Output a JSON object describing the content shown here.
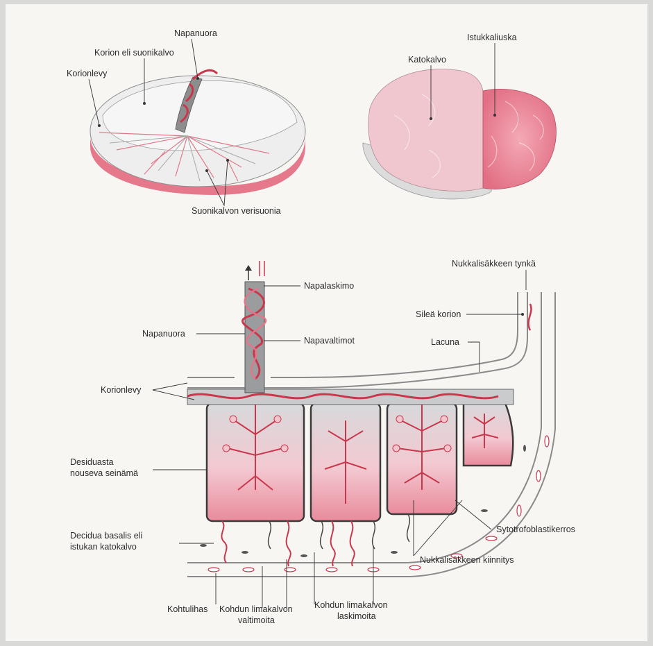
{
  "top_left": {
    "napanuora": "Napanuora",
    "korion": "Korion eli suonikalvo",
    "korionlevy": "Korionlevy",
    "verisuonia": "Suonikalvon verisuonia"
  },
  "top_right": {
    "katokalvo": "Katokalvo",
    "istukkaliuska": "Istukkaliuska"
  },
  "bottom": {
    "nukkalisakkeen_tynka": "Nukkalisäkkeen tynkä",
    "napalaskimo": "Napalaskimo",
    "silea_korion": "Sileä korion",
    "napanuora": "Napanuora",
    "napavaltimot": "Napavaltimot",
    "lacuna": "Lacuna",
    "korionlevy": "Korionlevy",
    "desiduasta_1": "Desiduasta",
    "desiduasta_2": "nouseva seinämä",
    "decidua_1": "Decidua basalis eli",
    "decidua_2": "istukan katokalvo",
    "sytotrofoblastikerros": "Sytotrofoblastikerros",
    "nukkalisakkeen_kiinnitys": "Nukkalisäkkeen kiinnitys",
    "kohtulihas": "Kohtulihas",
    "valtimoita_1": "Kohdun limakalvon",
    "valtimoita_2": "valtimoita",
    "laskimoita_1": "Kohdun limakalvon",
    "laskimoita_2": "laskimoita"
  },
  "colors": {
    "pink": "#e4768a",
    "red": "#c9374c",
    "grey": "#9a9c9e",
    "dark": "#3a3a3a"
  }
}
